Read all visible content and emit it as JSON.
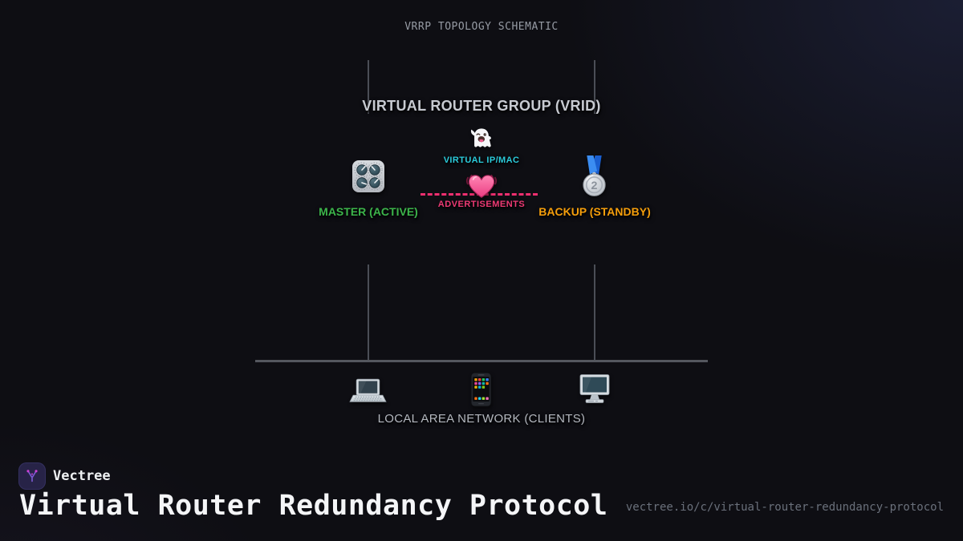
{
  "diagram": {
    "title": "VRRP TOPOLOGY SCHEMATIC",
    "vrid_group": {
      "label": "VIRTUAL ROUTER GROUP (VRID)"
    },
    "virtual_ip": {
      "label": "VIRTUAL IP/MAC",
      "color": "#2bcbdb",
      "icon": "ghost-icon"
    },
    "master": {
      "label": "MASTER (ACTIVE)",
      "color": "#3cb44a",
      "icon": "control-knobs-icon"
    },
    "backup": {
      "label": "BACKUP (STANDBY)",
      "color": "#f59e0b",
      "icon": "silver-medal-icon"
    },
    "advertisements": {
      "label": "ADVERTISEMENTS",
      "color": "#ee3a74",
      "line_color": "#ee2f6f",
      "icon": "beating-heart-icon"
    },
    "lan": {
      "label": "LOCAL AREA NETWORK (CLIENTS)",
      "icons": [
        "laptop-icon",
        "mobile-phone-icon",
        "desktop-computer-icon"
      ]
    }
  },
  "footer": {
    "brand": "Vectree",
    "brand_color": "#7b5ad2",
    "title": "Virtual Router Redundancy Protocol",
    "url": "vectree.io/c/virtual-router-redundancy-protocol"
  }
}
